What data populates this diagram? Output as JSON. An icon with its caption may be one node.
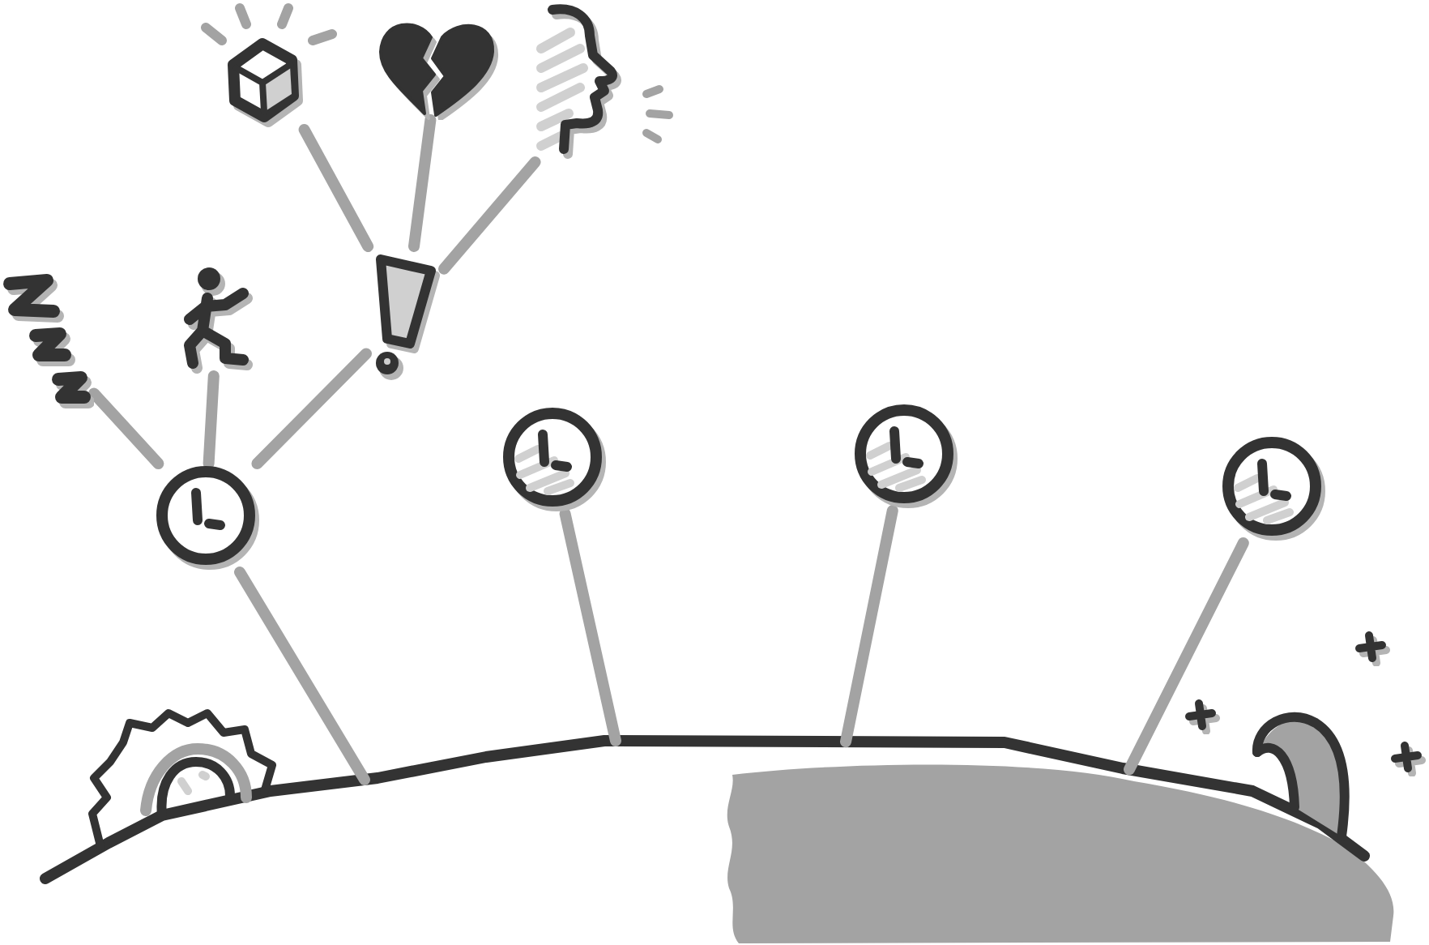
{
  "diagram": {
    "nodes": [
      {
        "text": [],
        "shape": "picture"
      },
      {
        "text": [],
        "shape": "picture"
      },
      {
        "text": [],
        "shape": "picture"
      },
      {
        "text": [],
        "shape": "exclamation"
      },
      {
        "text": [],
        "shape": "picture"
      },
      {
        "text": [],
        "shape": "person"
      },
      {
        "text": [],
        "shape": "clock"
      },
      {
        "text": [],
        "shape": "clock"
      },
      {
        "text": [],
        "shape": "clock"
      },
      {
        "text": [],
        "shape": "clock"
      },
      {
        "text": [],
        "shape": "hill"
      }
    ],
    "edges": [
      {
        "from": 3,
        "to": 0,
        "arrow": "none"
      },
      {
        "from": 3,
        "to": 1,
        "arrow": "none"
      },
      {
        "from": 3,
        "to": 2,
        "arrow": "none"
      },
      {
        "from": 6,
        "to": 4,
        "arrow": "none"
      },
      {
        "from": 6,
        "to": 5,
        "arrow": "none"
      },
      {
        "from": 6,
        "to": 3,
        "arrow": "none"
      },
      {
        "from": 6,
        "to": 10,
        "arrow": "none"
      },
      {
        "from": 7,
        "to": 10,
        "arrow": "none"
      },
      {
        "from": 8,
        "to": 10,
        "arrow": "none"
      },
      {
        "from": 9,
        "to": 10,
        "arrow": "none"
      }
    ]
  }
}
